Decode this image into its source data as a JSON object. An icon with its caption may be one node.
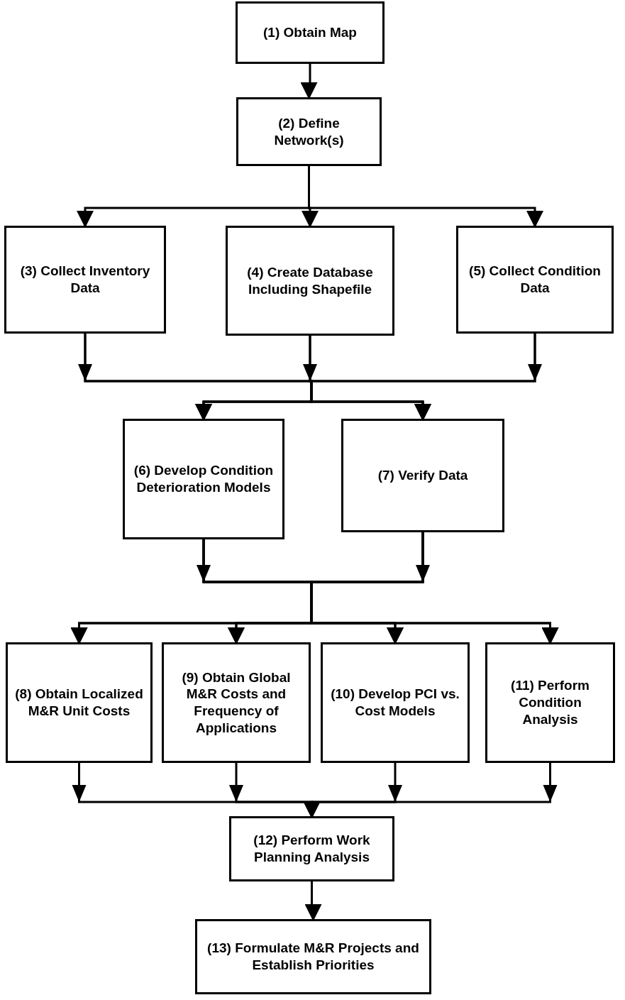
{
  "diagram": {
    "nodes": [
      {
        "text": [
          "(1) Obtain Map"
        ]
      },
      {
        "text": [
          "(2) Define Network(s)"
        ]
      },
      {
        "text": [
          "(3) Collect Inventory Data"
        ]
      },
      {
        "text": [
          "(4) Create Database Including Shapefile"
        ]
      },
      {
        "text": [
          "(5) Collect Condition Data"
        ]
      },
      {
        "text": [
          "(6) Develop Condition Deterioration Models"
        ]
      },
      {
        "text": [
          "(7) Verify Data"
        ]
      },
      {
        "text": [
          "(8) Obtain Localized M&R Unit Costs"
        ]
      },
      {
        "text": [
          "(9) Obtain Global M&R Costs and Frequency of Applications"
        ]
      },
      {
        "text": [
          "(10) Develop PCI vs. Cost Models"
        ]
      },
      {
        "text": [
          "(11) Perform Condition Analysis"
        ]
      },
      {
        "text": [
          "(12) Perform Work Planning Analysis"
        ]
      },
      {
        "text": [
          "(13) Formulate M&R Projects and Establish Priorities"
        ]
      }
    ],
    "edges": [
      {
        "from": 0,
        "to": 1,
        "arrow": "to"
      },
      {
        "from": 1,
        "to": 2,
        "arrow": "to"
      },
      {
        "from": 1,
        "to": 3,
        "arrow": "to"
      },
      {
        "from": 1,
        "to": 4,
        "arrow": "to"
      },
      {
        "from": 2,
        "to": 5,
        "arrow": "to"
      },
      {
        "from": 2,
        "to": 6,
        "arrow": "to"
      },
      {
        "from": 3,
        "to": 5,
        "arrow": "to"
      },
      {
        "from": 3,
        "to": 6,
        "arrow": "to"
      },
      {
        "from": 4,
        "to": 5,
        "arrow": "to"
      },
      {
        "from": 4,
        "to": 6,
        "arrow": "to"
      },
      {
        "from": 5,
        "to": 7,
        "arrow": "to"
      },
      {
        "from": 5,
        "to": 8,
        "arrow": "to"
      },
      {
        "from": 5,
        "to": 9,
        "arrow": "to"
      },
      {
        "from": 5,
        "to": 10,
        "arrow": "to"
      },
      {
        "from": 6,
        "to": 7,
        "arrow": "to"
      },
      {
        "from": 6,
        "to": 8,
        "arrow": "to"
      },
      {
        "from": 6,
        "to": 9,
        "arrow": "to"
      },
      {
        "from": 6,
        "to": 10,
        "arrow": "to"
      },
      {
        "from": 7,
        "to": 11,
        "arrow": "to"
      },
      {
        "from": 8,
        "to": 11,
        "arrow": "to"
      },
      {
        "from": 9,
        "to": 11,
        "arrow": "to"
      },
      {
        "from": 10,
        "to": 11,
        "arrow": "to"
      },
      {
        "from": 11,
        "to": 12,
        "arrow": "to"
      }
    ]
  }
}
